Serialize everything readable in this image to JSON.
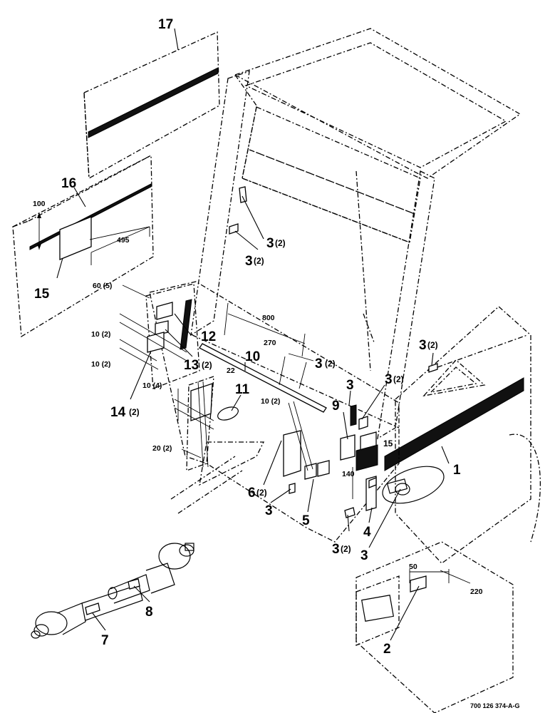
{
  "diagram": {
    "drawing_number": "700 126 374-A-G",
    "callouts": {
      "c1": {
        "num": "1",
        "qty": ""
      },
      "c2": {
        "num": "2",
        "qty": ""
      },
      "c3a": {
        "num": "3",
        "qty": "(2)"
      },
      "c3b": {
        "num": "3",
        "qty": "(2)"
      },
      "c3c": {
        "num": "3",
        "qty": "(2)"
      },
      "c3d": {
        "num": "3",
        "qty": "(2)"
      },
      "c3e": {
        "num": "3",
        "qty": ""
      },
      "c3f": {
        "num": "3",
        "qty": "(2)"
      },
      "c3g": {
        "num": "3",
        "qty": ""
      },
      "c3h": {
        "num": "3",
        "qty": "(2)"
      },
      "c3i": {
        "num": "3",
        "qty": ""
      },
      "c4": {
        "num": "4",
        "qty": ""
      },
      "c5": {
        "num": "5",
        "qty": ""
      },
      "c6": {
        "num": "6",
        "qty": "(2)"
      },
      "c7": {
        "num": "7",
        "qty": ""
      },
      "c8": {
        "num": "8",
        "qty": ""
      },
      "c9": {
        "num": "9",
        "qty": ""
      },
      "c10": {
        "num": "10",
        "qty": ""
      },
      "c11": {
        "num": "11",
        "qty": ""
      },
      "c12": {
        "num": "12",
        "qty": ""
      },
      "c13": {
        "num": "13",
        "qty": "(2)"
      },
      "c14": {
        "num": "14",
        "qty": "(2)"
      },
      "c15a": {
        "num": "15",
        "qty": ""
      },
      "c15b": {
        "num": "15",
        "qty": ""
      },
      "c16": {
        "num": "16",
        "qty": ""
      },
      "c17": {
        "num": "17",
        "qty": ""
      }
    },
    "dimensions": {
      "d100": "100",
      "d495": "495",
      "d60": "60 (5)",
      "d10a": "10 (2)",
      "d10b": "10 (2)",
      "d10c": "10 (4)",
      "d10d": "10 (2)",
      "d20": "20 (2)",
      "d800": "800",
      "d270": "270",
      "d22": "22",
      "d140": "140",
      "d50": "50",
      "d220": "220"
    }
  }
}
